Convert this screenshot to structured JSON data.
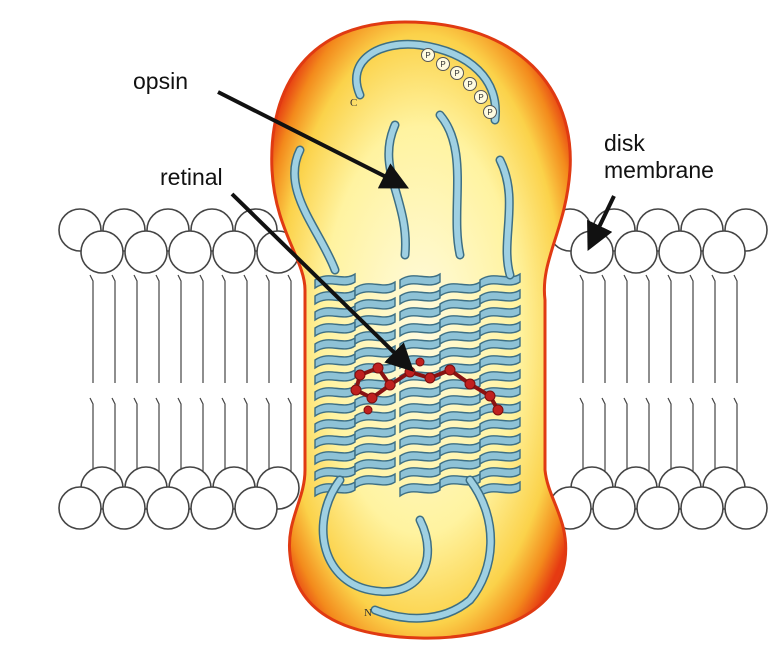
{
  "labels": {
    "opsin": "opsin",
    "retinal": "retinal",
    "disk_membrane_line1": "disk",
    "disk_membrane_line2": "membrane"
  },
  "molecule_marks": {
    "c_terminus": "C",
    "n_terminus": "N",
    "phosphate": "P"
  },
  "colors": {
    "halo_outer": "#e63a12",
    "halo_mid": "#f7a21b",
    "halo_inner": "#fff7b0",
    "helix": "#8ec2d6",
    "helix_stroke": "#3d6f84",
    "retinal": "#b31a1a",
    "lipid_stroke": "#444444",
    "arrow": "#111111"
  },
  "icons": [
    "phospholipid-head-icon",
    "ribbon-helix-icon",
    "arrow-icon"
  ]
}
